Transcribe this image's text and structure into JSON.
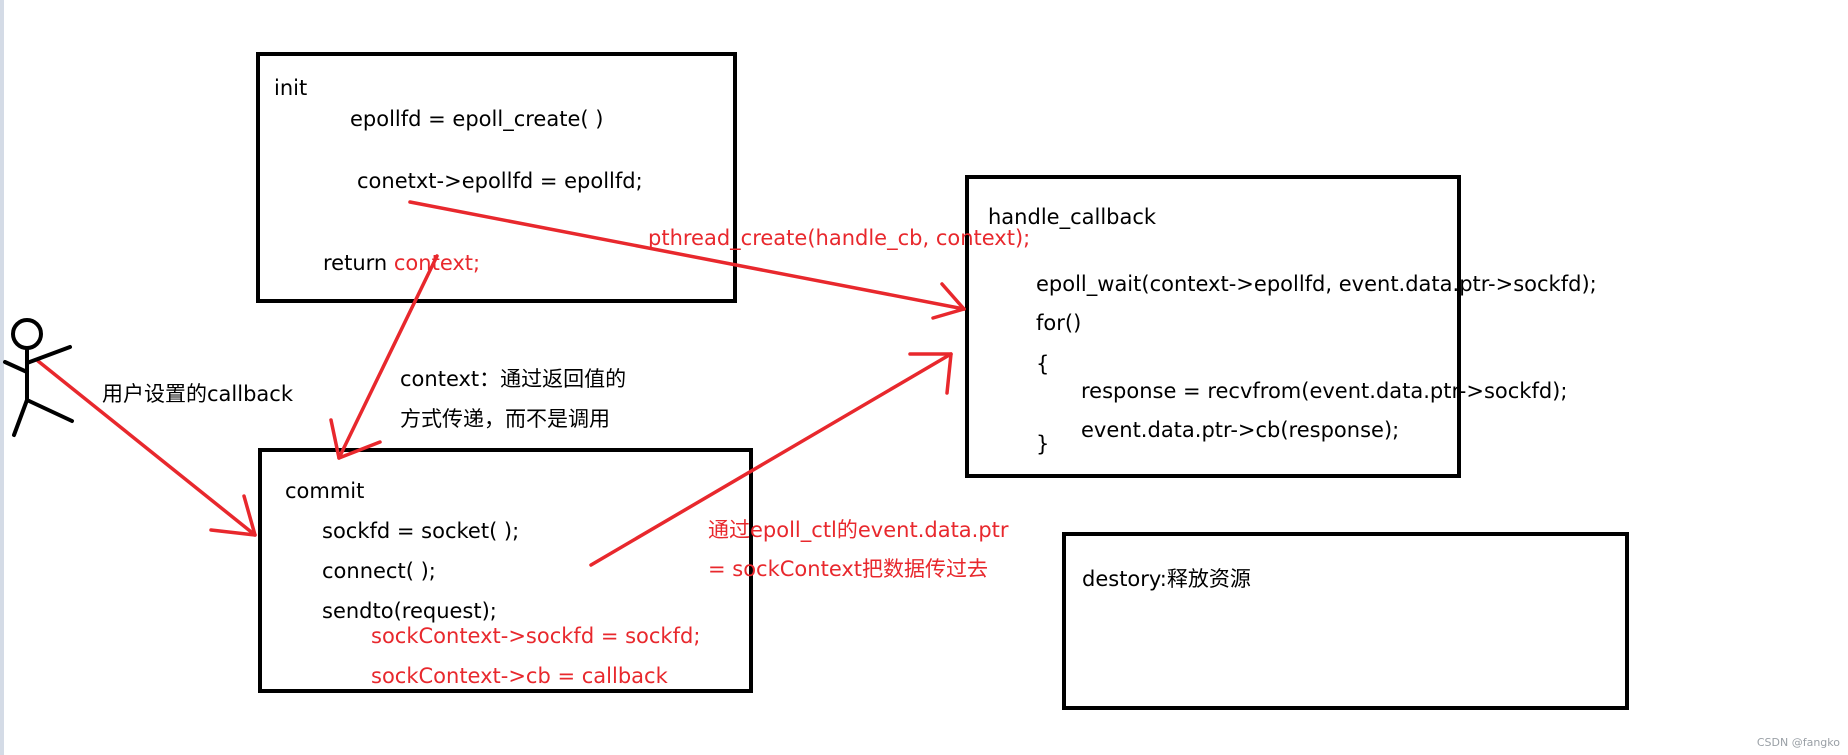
{
  "colors": {
    "accent": "#e8282d",
    "ink": "#000000",
    "watermark": "#9aa0a6"
  },
  "init": {
    "title": "init",
    "line1": "epollfd = epoll_create( )",
    "line2": "conetxt->epollfd = epollfd;",
    "line3_black": "return ",
    "line3_red": "context;"
  },
  "handle_callback": {
    "title": "handle_callback",
    "line1": "epoll_wait(context->epollfd, event.data.ptr->sockfd);",
    "line2": "for()",
    "line3": "{",
    "line4": "response = recvfrom(event.data.ptr->sockfd);",
    "line5": "event.data.ptr->cb(response);",
    "line6": "}"
  },
  "commit": {
    "title": "commit",
    "line1": "sockfd = socket( );",
    "line2": "connect( );",
    "line3": "sendto(request);",
    "line4": "sockContext->sockfd = sockfd;",
    "line5": "sockContext->cb = callback"
  },
  "destroy": {
    "text": "destory:释放资源"
  },
  "labels": {
    "pthread": "pthread_create(handle_cb, context);",
    "user_callback": "用户设置的callback",
    "context_note_1": "context：通过返回值的",
    "context_note_2": "方式传递，而不是调用",
    "epoll_ctl_1": "通过epoll_ctl的event.data.ptr",
    "epoll_ctl_2": "= sockContext把数据传过去"
  },
  "watermark": "CSDN @fangko"
}
